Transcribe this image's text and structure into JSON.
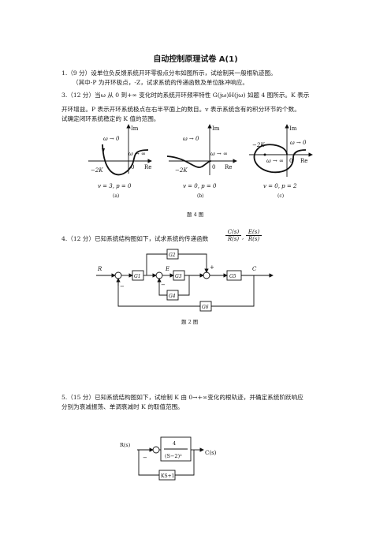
{
  "title": "自动控制原理试卷 A(1)",
  "q1": {
    "line1": "1.（9 分）设单位负反馈系统开环零极点分布如图所示，试绘制其一般根轨迹图。",
    "line2": "（其中-P 为开环极点，-Z，试求系统的传递函数及单位脉冲响应。"
  },
  "q3": {
    "line1": "3.（12 分）当ω 从 0 到+∞ 变化时的系统开环频率特性 G(jω)H(jω) 如题 4 图所示。K 表示",
    "line2": "开环增益。P 表示开环系统极点在右半平面上的数目。v 表示系统含有的积分环节的个数。",
    "line3": "试确定闭环系统稳定的 K 值的范围。",
    "plots": [
      {
        "im": "Im",
        "re": "Re",
        "zero": "0",
        "w0": "ω → 0",
        "winf": "ω → ∞",
        "k": "−2K",
        "cond": "v = 3, p = 0",
        "sub": "(a)"
      },
      {
        "im": "Im",
        "re": "Re",
        "zero": "0",
        "w0": "ω → 0",
        "winf": "ω → ∞",
        "k": "−2K",
        "cond": "v = 0, p = 0",
        "sub": "(b)"
      },
      {
        "im": "Im",
        "re": "Re",
        "zero": "0",
        "w0": "ω → 0",
        "winf": "ω → ∞",
        "k": "−2K",
        "cond": "v = 0, p = 2",
        "sub": "(c)"
      }
    ],
    "figure_caption": "题 4 图"
  },
  "q4": {
    "text": "4.（12 分）已知系统结构图如下，试求系统的传递函数",
    "tf1_num": "C(s)",
    "tf1_den": "R(s)",
    "sep": ",",
    "tf2_num": "E(s)",
    "tf2_den": "R(s)",
    "labels": {
      "R": "R",
      "E": "E",
      "C": "C",
      "G1": "G1",
      "G2": "G2",
      "G3": "G3",
      "G4": "G4",
      "G5": "G5",
      "G6": "G6",
      "plus": "+",
      "minus": "−"
    },
    "figure_caption": "题 2 图"
  },
  "q5": {
    "line1": "5.（15 分）已知系统结构图如下，试绘制 K 由 0→+∞变化的根轨迹，并确定系统阶跃响应",
    "line2": "分别为衰减振荡、单调衰减时 K 的取值范围。",
    "labels": {
      "R": "R(s)",
      "C": "C(s)",
      "num": "4",
      "den": "(S−2)²",
      "fb": "KS+1",
      "minus": "−"
    }
  }
}
